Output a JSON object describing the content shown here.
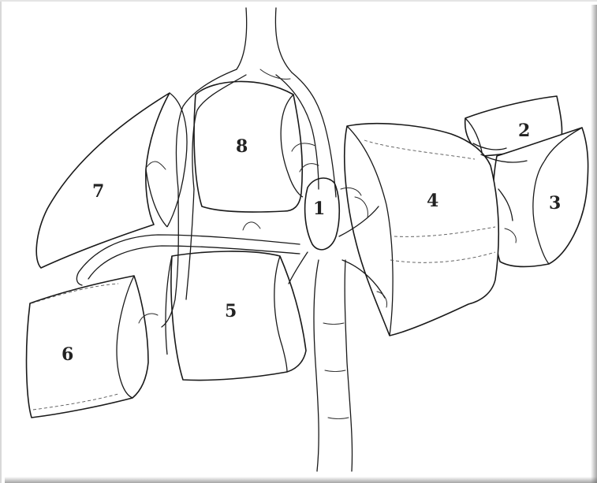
{
  "diagram": {
    "segment_labels": {
      "s1": "1",
      "s2": "2",
      "s3": "3",
      "s4": "4",
      "s5": "5",
      "s6": "6",
      "s7": "7",
      "s8": "8"
    }
  }
}
